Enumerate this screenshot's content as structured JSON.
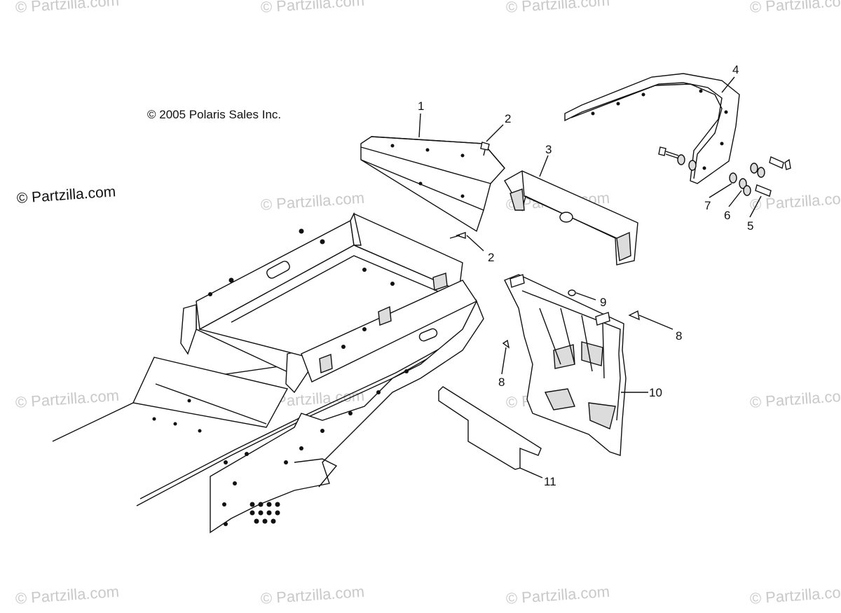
{
  "copyright": "© 2005 Polaris Sales Inc.",
  "site_tag": "© Partzilla.com",
  "watermark_text": "© Partzilla.com",
  "callouts": [
    {
      "id": "1",
      "label": "1"
    },
    {
      "id": "2a",
      "label": "2"
    },
    {
      "id": "2b",
      "label": "2"
    },
    {
      "id": "3",
      "label": "3"
    },
    {
      "id": "4",
      "label": "4"
    },
    {
      "id": "5",
      "label": "5"
    },
    {
      "id": "6",
      "label": "6"
    },
    {
      "id": "7",
      "label": "7"
    },
    {
      "id": "8a",
      "label": "8"
    },
    {
      "id": "8b",
      "label": "8"
    },
    {
      "id": "9",
      "label": "9"
    },
    {
      "id": "10",
      "label": "10"
    },
    {
      "id": "11",
      "label": "11"
    }
  ],
  "colors": {
    "line": "#111111",
    "watermark": "#c9c9c9",
    "background": "#ffffff"
  }
}
